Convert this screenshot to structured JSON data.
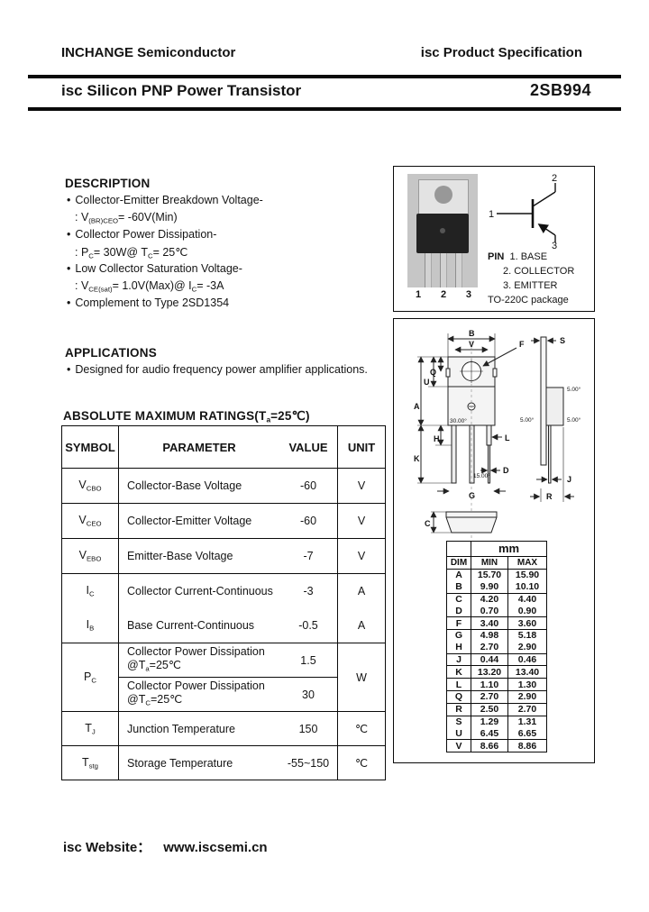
{
  "ui": {
    "bullet": "•"
  },
  "header": {
    "company": "INCHANGE Semiconductor",
    "product_spec": "isc Product Specification",
    "title": "isc Silicon PNP Power Transistor",
    "part_number": "2SB994"
  },
  "description": {
    "heading": "DESCRIPTION",
    "items": [
      {
        "text": "Collector-Emitter Breakdown Voltage-"
      },
      {
        "pre": ": V",
        "sub": "(BR)CEO",
        "post": "= -60V(Min)"
      },
      {
        "text": "Collector Power Dissipation-"
      },
      {
        "pre": ": P",
        "sub": "C",
        "mid": "=  30W@ T",
        "sub2": "C",
        "post": "= 25℃"
      },
      {
        "text": "Low Collector Saturation Voltage-"
      },
      {
        "pre": ": V",
        "sub": "CE(sat)",
        "mid": "=   1.0V(Max)@ I",
        "sub2": "C",
        "post": "= -3A"
      },
      {
        "text": "Complement to Type 2SD1354"
      }
    ]
  },
  "applications": {
    "heading": "APPLICATIONS",
    "item": "Designed for audio frequency power amplifier applications."
  },
  "ratings": {
    "title_pre": "ABSOLUTE MAXIMUM RATINGS(T",
    "title_sub": "a",
    "title_post": "=25℃)",
    "headers": {
      "symbol": "SYMBOL",
      "parameter": "PARAMETER",
      "value": "VALUE",
      "unit": "UNIT"
    },
    "rows": [
      {
        "sym": "V",
        "sub": "CBO",
        "param": "Collector-Base Voltage",
        "value": "-60",
        "unit": "V"
      },
      {
        "sym": "V",
        "sub": "CEO",
        "param": "Collector-Emitter Voltage",
        "value": "-60",
        "unit": "V"
      },
      {
        "sym": "V",
        "sub": "EBO",
        "param": "Emitter-Base Voltage",
        "value": "-7",
        "unit": "V"
      },
      {
        "sym": "I",
        "sub": "C",
        "param": "Collector Current-Continuous",
        "value": "-3",
        "unit": "A"
      },
      {
        "sym": "I",
        "sub": "B",
        "param": "Base Current-Continuous",
        "value": "-0.5",
        "unit": "A"
      }
    ],
    "pc": {
      "sym": "P",
      "sub": "C",
      "unit": "W",
      "row1": {
        "p1": "Collector Power Dissipation",
        "p2pre": "@T",
        "p2sub": "a",
        "p2post": "=25℃",
        "value": "1.5"
      },
      "row2": {
        "p1": "Collector Power Dissipation",
        "p2pre": "@T",
        "p2sub": "C",
        "p2post": "=25℃",
        "value": "30"
      }
    },
    "tj": {
      "sym": "T",
      "sub": "J",
      "param": "Junction Temperature",
      "value": "150",
      "unit": "℃"
    },
    "tstg": {
      "sym": "T",
      "sub": "stg",
      "param": "Storage Temperature",
      "value": "-55~150",
      "unit": "℃"
    }
  },
  "package_box": {
    "photo_pins": [
      "1",
      "2",
      "3"
    ],
    "symbol_pins": {
      "p1": "1",
      "p2": "2",
      "p3": "3"
    },
    "pin_label": "PIN",
    "pin1": "1. BASE",
    "pin2": "2. COLLECTOR",
    "pin3": "3. EMITTER",
    "package_name": "TO-220C package"
  },
  "dim_drawing": {
    "labels": {
      "A": "A",
      "B": "B",
      "C": "C",
      "D": "D",
      "F": "F",
      "G": "G",
      "H": "H",
      "J": "J",
      "K": "K",
      "L": "L",
      "Q": "Q",
      "R": "R",
      "S": "S",
      "U": "U",
      "V": "V",
      "ang30": "30.00°",
      "ang15": "15.00°",
      "ang5a": "5.00°",
      "ang5b": "5.00°",
      "ang5c": "5.00°"
    }
  },
  "dim_table": {
    "unit_header": "mm",
    "col_dim": "DIM",
    "col_min": "MIN",
    "col_max": "MAX",
    "groups": [
      [
        [
          "A",
          "15.70",
          "15.90"
        ],
        [
          "B",
          "9.90",
          "10.10"
        ]
      ],
      [
        [
          "C",
          "4.20",
          "4.40"
        ],
        [
          "D",
          "0.70",
          "0.90"
        ]
      ],
      [
        [
          "F",
          "3.40",
          "3.60"
        ]
      ],
      [
        [
          "G",
          "4.98",
          "5.18"
        ],
        [
          "H",
          "2.70",
          "2.90"
        ]
      ],
      [
        [
          "J",
          "0.44",
          "0.46"
        ]
      ],
      [
        [
          "K",
          "13.20",
          "13.40"
        ]
      ],
      [
        [
          "L",
          "1.10",
          "1.30"
        ]
      ],
      [
        [
          "Q",
          "2.70",
          "2.90"
        ]
      ],
      [
        [
          "R",
          "2.50",
          "2.70"
        ]
      ],
      [
        [
          "S",
          "1.29",
          "1.31"
        ],
        [
          "U",
          "6.45",
          "6.65"
        ]
      ],
      [
        [
          "V",
          "8.66",
          "8.86"
        ]
      ]
    ]
  },
  "footer": {
    "website_label": "isc Website：",
    "website": "www.iscsemi.cn"
  }
}
